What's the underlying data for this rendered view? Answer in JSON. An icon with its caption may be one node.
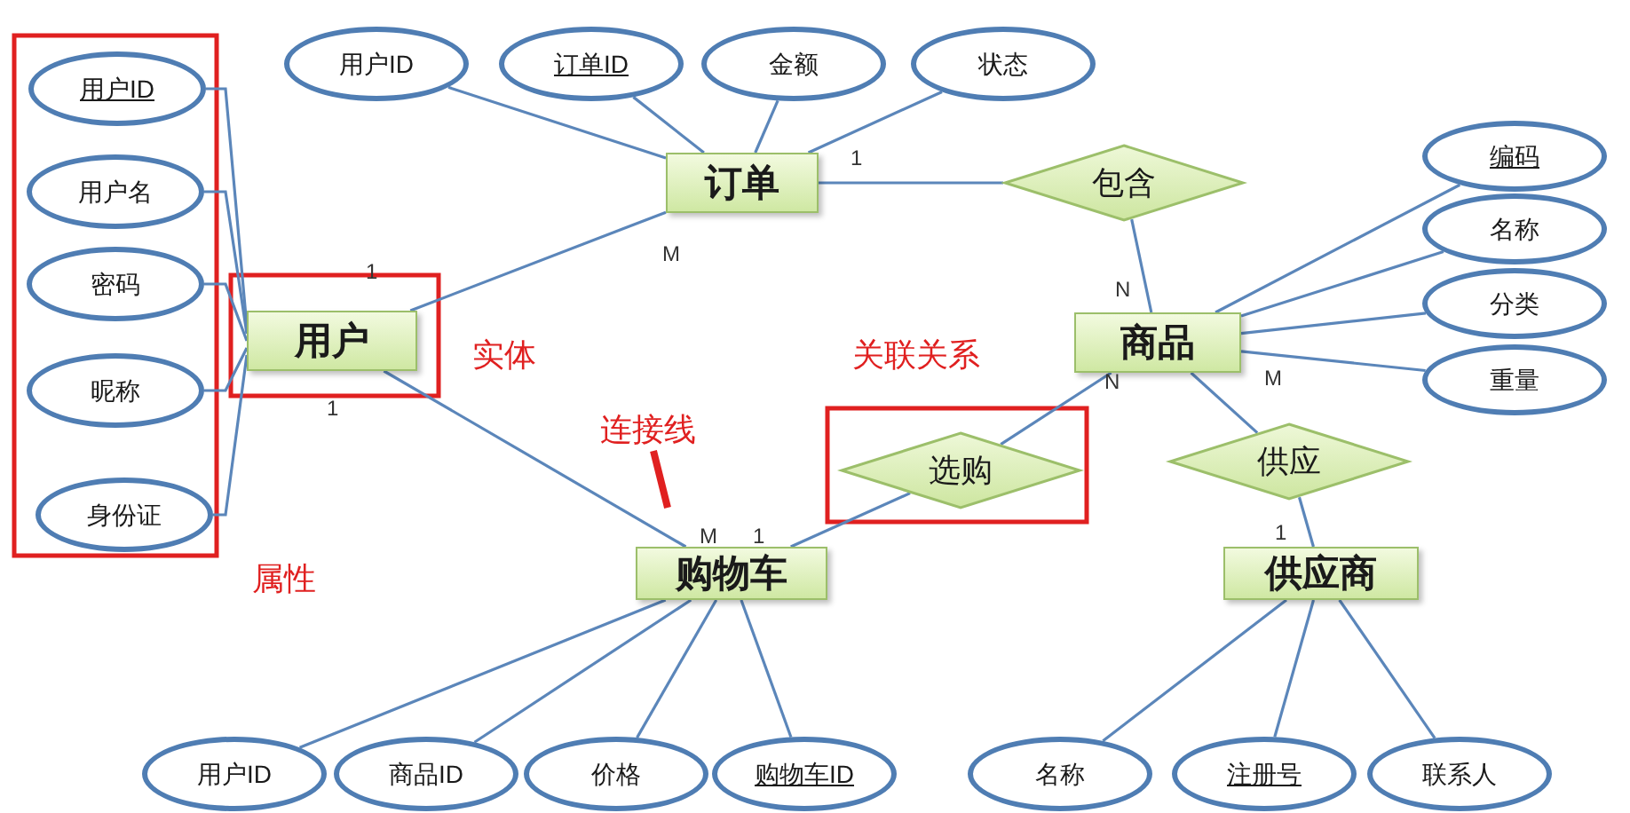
{
  "diagram": {
    "nodes": [
      {
        "text": [
          "用户"
        ]
      },
      {
        "text": [
          "订单"
        ]
      },
      {
        "text": [
          "商品"
        ]
      },
      {
        "text": [
          "购物车"
        ]
      },
      {
        "text": [
          "供应商"
        ]
      },
      {
        "text": [
          "包含"
        ]
      },
      {
        "text": [
          "选购"
        ]
      },
      {
        "text": [
          "供应"
        ]
      },
      {
        "text": [
          "用户ID"
        ]
      },
      {
        "text": [
          "用户名"
        ]
      },
      {
        "text": [
          "密码"
        ]
      },
      {
        "text": [
          "昵称"
        ]
      },
      {
        "text": [
          "身份证"
        ]
      },
      {
        "text": [
          "用户ID"
        ]
      },
      {
        "text": [
          "订单ID"
        ]
      },
      {
        "text": [
          "金额"
        ]
      },
      {
        "text": [
          "状态"
        ]
      },
      {
        "text": [
          "编码"
        ]
      },
      {
        "text": [
          "名称"
        ]
      },
      {
        "text": [
          "分类"
        ]
      },
      {
        "text": [
          "重量"
        ]
      },
      {
        "text": [
          "用户ID"
        ]
      },
      {
        "text": [
          "商品ID"
        ]
      },
      {
        "text": [
          "价格"
        ]
      },
      {
        "text": [
          "购物车ID"
        ]
      },
      {
        "text": [
          "名称"
        ]
      },
      {
        "text": [
          "注册号"
        ]
      },
      {
        "text": [
          "联系人"
        ]
      },
      {
        "text": [
          "连接线"
        ]
      }
    ],
    "edges": [
      {
        "from": 0,
        "to": 1,
        "arrow": "none"
      },
      {
        "from": 1,
        "to": 5,
        "arrow": "none"
      },
      {
        "from": 5,
        "to": 2,
        "arrow": "none"
      },
      {
        "from": 0,
        "to": 3,
        "arrow": "none"
      },
      {
        "from": 3,
        "to": 6,
        "arrow": "none"
      },
      {
        "from": 6,
        "to": 2,
        "arrow": "none"
      },
      {
        "from": 2,
        "to": 7,
        "arrow": "none"
      },
      {
        "from": 7,
        "to": 4,
        "arrow": "none"
      },
      {
        "from": 8,
        "to": 0,
        "arrow": "none"
      },
      {
        "from": 9,
        "to": 0,
        "arrow": "none"
      },
      {
        "from": 10,
        "to": 0,
        "arrow": "none"
      },
      {
        "from": 11,
        "to": 0,
        "arrow": "none"
      },
      {
        "from": 12,
        "to": 0,
        "arrow": "none"
      },
      {
        "from": 13,
        "to": 1,
        "arrow": "none"
      },
      {
        "from": 14,
        "to": 1,
        "arrow": "none"
      },
      {
        "from": 15,
        "to": 1,
        "arrow": "none"
      },
      {
        "from": 16,
        "to": 1,
        "arrow": "none"
      },
      {
        "from": 17,
        "to": 2,
        "arrow": "none"
      },
      {
        "from": 18,
        "to": 2,
        "arrow": "none"
      },
      {
        "from": 19,
        "to": 2,
        "arrow": "none"
      },
      {
        "from": 20,
        "to": 2,
        "arrow": "none"
      },
      {
        "from": 21,
        "to": 3,
        "arrow": "none"
      },
      {
        "from": 22,
        "to": 3,
        "arrow": "none"
      },
      {
        "from": 23,
        "to": 3,
        "arrow": "none"
      },
      {
        "from": 24,
        "to": 3,
        "arrow": "none"
      },
      {
        "from": 25,
        "to": 4,
        "arrow": "none"
      },
      {
        "from": 26,
        "to": 4,
        "arrow": "none"
      },
      {
        "from": 27,
        "to": 4,
        "arrow": "none"
      },
      {
        "from": 28,
        "to": null,
        "arrow": "none",
        "style": "thick",
        "color": "#e02020"
      }
    ],
    "labels": [
      "1",
      "M",
      "1",
      "N",
      "实体",
      "关联关系",
      "N",
      "M",
      "1",
      "M",
      "1",
      "1",
      "属性"
    ]
  }
}
